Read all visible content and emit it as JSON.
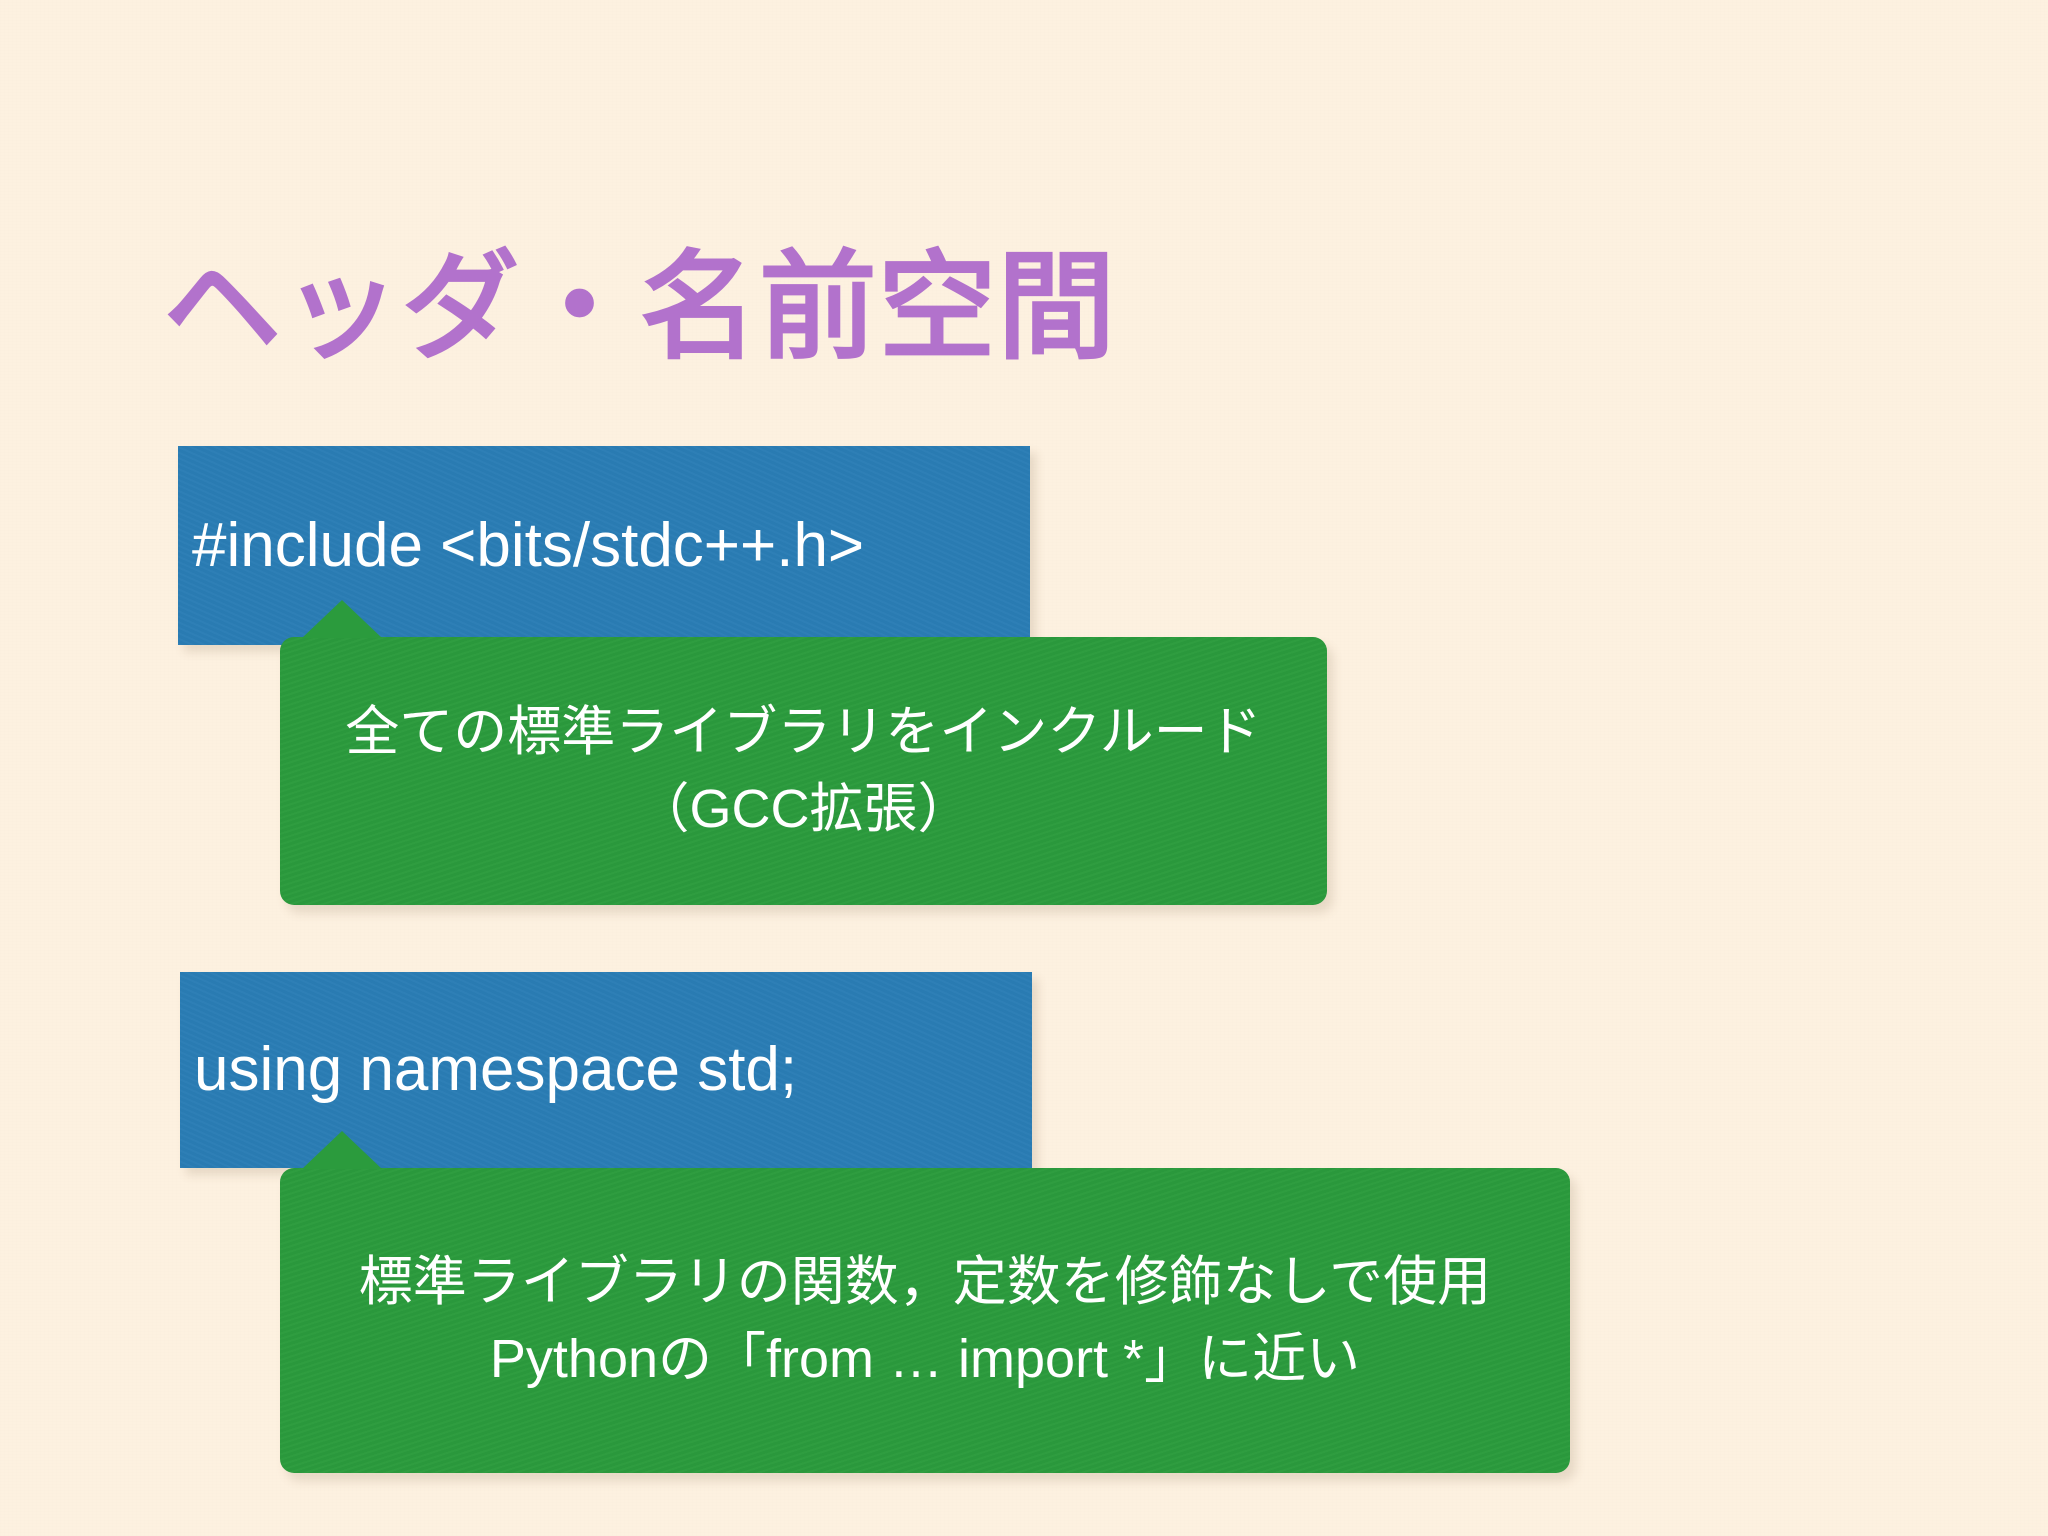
{
  "slide": {
    "title": "ヘッダ・名前空間",
    "background_color": "#fdf1e0",
    "title_color": "#b272cc",
    "code_box_color": "#2a7db5",
    "note_box_color": "#2b9b3d",
    "text_color": "#ffffff"
  },
  "blocks": [
    {
      "code": "#include <bits/stdc++.h>",
      "note_lines": [
        "全ての標準ライブラリをインクルード",
        "（GCC拡張）"
      ]
    },
    {
      "code": "using namespace std;",
      "note_lines": [
        "標準ライブラリの関数，定数を修飾なしで使用",
        "Pythonの「from … import *」に近い"
      ]
    }
  ]
}
